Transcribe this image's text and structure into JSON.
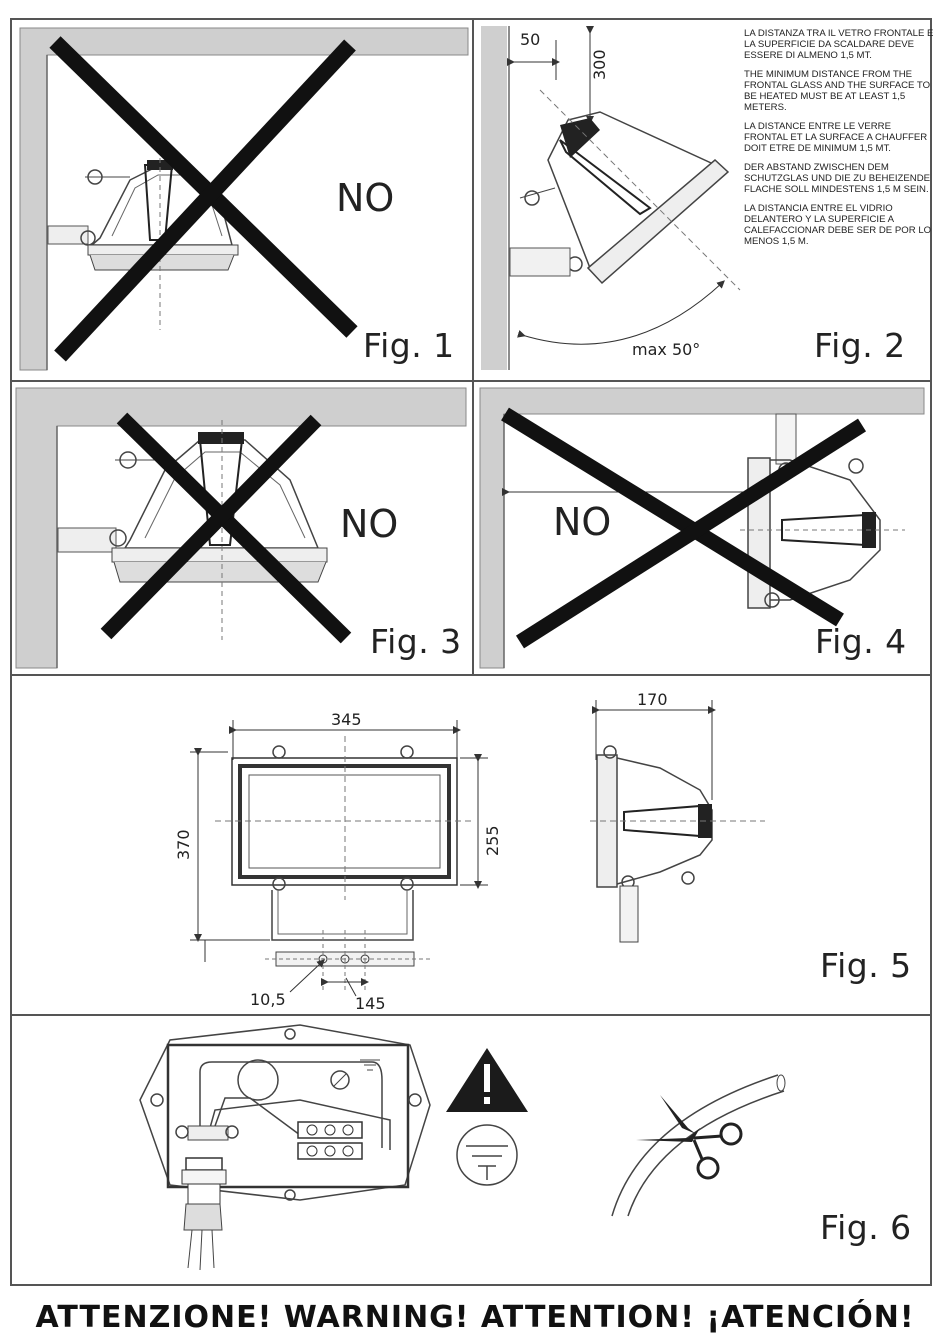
{
  "figures": {
    "fig1": {
      "label": "Fig. 1",
      "verdict": "NO"
    },
    "fig2": {
      "label": "Fig. 2",
      "dim_horizontal": "50",
      "dim_vertical": "300",
      "angle": "max 50°",
      "notes": [
        "LA DISTANZA TRA IL VETRO FRONTALE E LA SUPERFICIE DA SCALDARE DEVE ESSERE DI ALMENO 1,5 MT.",
        "THE MINIMUM DISTANCE FROM THE FRONTAL GLASS AND THE SURFACE TO BE HEATED MUST BE AT LEAST 1,5 METERS.",
        "LA DISTANCE ENTRE LE VERRE FRONTAL ET LA SURFACE A CHAUFFER DOIT ETRE DE MINIMUM 1,5 MT.",
        "DER ABSTAND ZWISCHEN DEM SCHUTZGLAS UND DIE ZU BEHEIZENDE FLACHE SOLL MINDESTENS 1,5 M SEIN.",
        "LA DISTANCIA ENTRE EL VIDRIO DELANTERO Y LA SUPERFICIE A CALEFACCIONAR DEBE SER DE POR LO MENOS 1,5 M."
      ]
    },
    "fig3": {
      "label": "Fig. 3",
      "verdict": "NO"
    },
    "fig4": {
      "label": "Fig. 4",
      "verdict": "NO"
    },
    "fig5": {
      "label": "Fig. 5",
      "width": "345",
      "height_total": "370",
      "height_body": "255",
      "depth": "170",
      "hole": "10,5",
      "spacing": "145"
    },
    "fig6": {
      "label": "Fig. 6"
    }
  },
  "warning": "ATTENZIONE! WARNING! ATTENTION! ¡ATENCIÓN!"
}
